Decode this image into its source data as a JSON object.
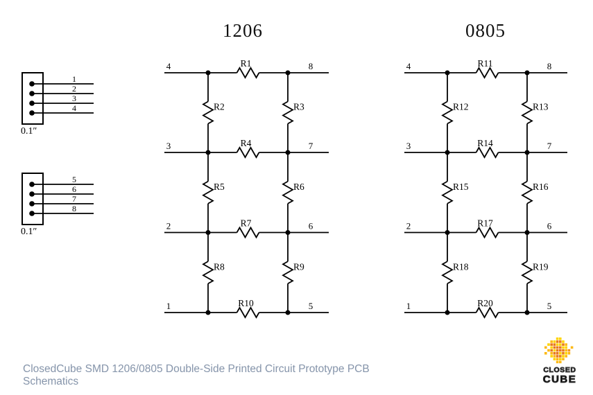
{
  "caption": {
    "text": "ClosedCube SMD 1206/0805 Double-Side Printed Circuit Prototype PCB Schematics",
    "color": "#8594aa"
  },
  "logo": {
    "line1": "CLOSED",
    "line2": "CUBE",
    "icon": "pixel-cube-icon",
    "palette": [
      "#F7941E",
      "#FDB913",
      "#FFD400",
      "#E8791C"
    ],
    "text_outline_color": "#3f3f3f"
  },
  "connectors": [
    {
      "pins": [
        "1",
        "2",
        "3",
        "4"
      ],
      "pitch": "0.1″"
    },
    {
      "pins": [
        "5",
        "6",
        "7",
        "8"
      ],
      "pitch": "0.1″"
    }
  ],
  "networks": [
    {
      "title": "1206",
      "rows": [
        {
          "left": "4",
          "right": "8",
          "res": "R1"
        },
        {
          "left": "3",
          "right": "7",
          "res": "R4"
        },
        {
          "left": "2",
          "right": "6",
          "res": "R7"
        },
        {
          "left": "1",
          "right": "5",
          "res": "R10"
        }
      ],
      "columns": [
        {
          "left_res": "R2",
          "right_res": "R3"
        },
        {
          "left_res": "R5",
          "right_res": "R6"
        },
        {
          "left_res": "R8",
          "right_res": "R9"
        }
      ]
    },
    {
      "title": "0805",
      "rows": [
        {
          "left": "4",
          "right": "8",
          "res": "R11"
        },
        {
          "left": "3",
          "right": "7",
          "res": "R14"
        },
        {
          "left": "2",
          "right": "6",
          "res": "R17"
        },
        {
          "left": "1",
          "right": "5",
          "res": "R20"
        }
      ],
      "columns": [
        {
          "left_res": "R12",
          "right_res": "R13"
        },
        {
          "left_res": "R15",
          "right_res": "R16"
        },
        {
          "left_res": "R18",
          "right_res": "R19"
        }
      ]
    }
  ],
  "schematic": {
    "line_color": "#000000"
  }
}
